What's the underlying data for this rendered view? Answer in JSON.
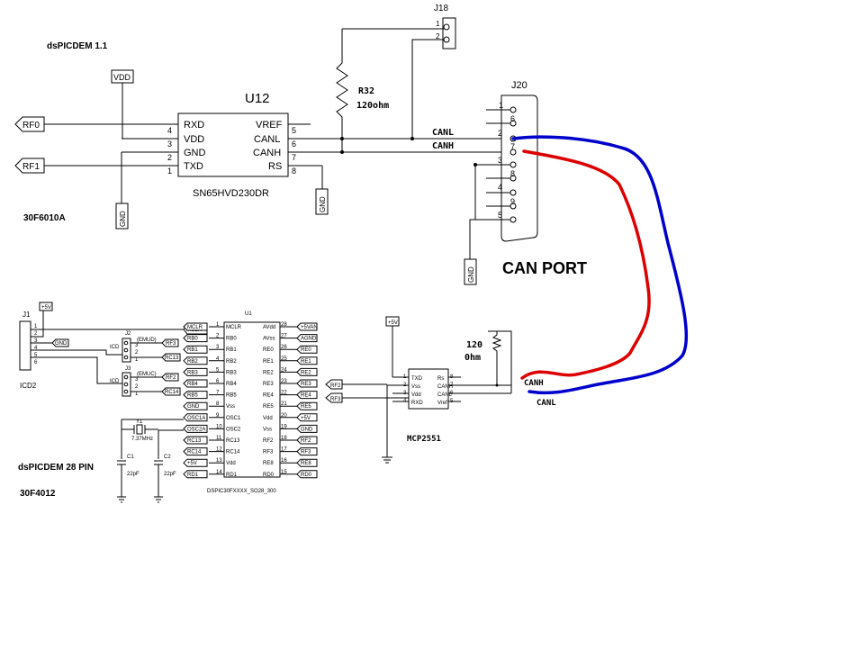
{
  "titles": {
    "board_top": "dsPICDEM 1.1",
    "chip_top": "30F6010A",
    "board_bottom": "dsPICDEM 28 PIN",
    "chip_bottom": "30F4012",
    "can_port": "CAN PORT"
  },
  "power": {
    "vdd": "VDD",
    "gnd": "GND",
    "p5v": "+5V"
  },
  "u12": {
    "name": "U12",
    "part": "SN65HVD230DR",
    "left_pins": [
      {
        "num": "4",
        "label": "RXD"
      },
      {
        "num": "3",
        "label": "VDD"
      },
      {
        "num": "2",
        "label": "GND"
      },
      {
        "num": "1",
        "label": "TXD"
      }
    ],
    "right_pins": [
      {
        "num": "5",
        "label": "VREF"
      },
      {
        "num": "6",
        "label": "CANL"
      },
      {
        "num": "7",
        "label": "CANH"
      },
      {
        "num": "8",
        "label": "RS"
      }
    ]
  },
  "ports": {
    "rf0": "RF0",
    "rf1": "RF1",
    "rf2": "RF2",
    "rf3": "RF3"
  },
  "r32": {
    "name": "R32",
    "value": "120ohm"
  },
  "j18": {
    "name": "J18",
    "pin1": "1",
    "pin2": "2"
  },
  "j20": {
    "name": "J20",
    "pins": [
      "1",
      "6",
      "2",
      "7",
      "3",
      "8",
      "4",
      "9",
      "5"
    ]
  },
  "nets": {
    "canl": "CANL",
    "canh": "CANH"
  },
  "colors": {
    "canl_wire": "#0000cc",
    "canh_wire": "#dd0000"
  },
  "mcp": {
    "name": "MCP2551",
    "res_value_line1": "120",
    "res_value_line2": "0hm",
    "left_pins": [
      {
        "num": "1",
        "label": "TXD"
      },
      {
        "num": "2",
        "label": "Vss"
      },
      {
        "num": "3",
        "label": "Vdd"
      },
      {
        "num": "4",
        "label": "RXD"
      }
    ],
    "right_pins": [
      {
        "num": "8",
        "label": "Rs"
      },
      {
        "num": "7",
        "label": "CANH"
      },
      {
        "num": "6",
        "label": "CANL"
      },
      {
        "num": "5",
        "label": "Vref"
      }
    ],
    "canh_label": "CANH",
    "canl_label": "CANL"
  },
  "j1": {
    "name": "J1",
    "caption": "ICD2",
    "pins": [
      "1",
      "2",
      "3",
      "4",
      "5",
      "6"
    ],
    "tags": {
      "pin1": "MCLR",
      "pin2": "+5V",
      "pin3": "GND"
    }
  },
  "j2": {
    "name": "J2",
    "label": "ICD",
    "sub": "(EMUD)",
    "pins": [
      "3",
      "2",
      "1"
    ],
    "tags": [
      "RF3",
      "RC13"
    ]
  },
  "j3": {
    "name": "J3",
    "label": "ICD",
    "sub": "(EMUC)",
    "pins": [
      "3",
      "2",
      "1"
    ],
    "tags": [
      "RF2",
      "RC14"
    ]
  },
  "u1": {
    "name": "U1",
    "part": "DSPIC30FXXXX_SO28_300",
    "left": [
      {
        "num": "1",
        "pin": "MCLR",
        "tag": "MCLR"
      },
      {
        "num": "2",
        "pin": "RB0",
        "tag": "RB0"
      },
      {
        "num": "3",
        "pin": "RB1",
        "tag": "RB1"
      },
      {
        "num": "4",
        "pin": "RB2",
        "tag": "RB2"
      },
      {
        "num": "5",
        "pin": "RB3",
        "tag": "RB3"
      },
      {
        "num": "6",
        "pin": "RB4",
        "tag": "RB4"
      },
      {
        "num": "7",
        "pin": "RB5",
        "tag": "RB5"
      },
      {
        "num": "8",
        "pin": "Vss",
        "tag": "GND"
      },
      {
        "num": "9",
        "pin": "OSC1",
        "tag": "OSC1A"
      },
      {
        "num": "10",
        "pin": "OSC2",
        "tag": "OSC2A"
      },
      {
        "num": "11",
        "pin": "RC13",
        "tag": "RC13"
      },
      {
        "num": "12",
        "pin": "RC14",
        "tag": "RC14"
      },
      {
        "num": "13",
        "pin": "Vdd",
        "tag": "+5V"
      },
      {
        "num": "14",
        "pin": "RD1",
        "tag": "RD1"
      }
    ],
    "right": [
      {
        "num": "28",
        "pin": "AVdd",
        "tag": "+5VAN"
      },
      {
        "num": "27",
        "pin": "AVss",
        "tag": "AGND"
      },
      {
        "num": "26",
        "pin": "RE0",
        "tag": "RE0"
      },
      {
        "num": "25",
        "pin": "RE1",
        "tag": "RE1"
      },
      {
        "num": "24",
        "pin": "RE2",
        "tag": "RE2"
      },
      {
        "num": "23",
        "pin": "RE3",
        "tag": "RE3"
      },
      {
        "num": "22",
        "pin": "RE4",
        "tag": "RE4"
      },
      {
        "num": "21",
        "pin": "RE5",
        "tag": "RE5"
      },
      {
        "num": "20",
        "pin": "Vdd",
        "tag": "+5V"
      },
      {
        "num": "19",
        "pin": "Vss",
        "tag": "GND"
      },
      {
        "num": "18",
        "pin": "RF2",
        "tag": "RF2"
      },
      {
        "num": "17",
        "pin": "RF3",
        "tag": "RF3"
      },
      {
        "num": "16",
        "pin": "RE8",
        "tag": "RE8"
      },
      {
        "num": "15",
        "pin": "RD0",
        "tag": "RD0"
      }
    ]
  },
  "osc": {
    "y1": "Y1",
    "freq": "7.37MHz",
    "c1": "C1",
    "c1v": "22pF",
    "c2": "C2",
    "c2v": "22pF"
  }
}
